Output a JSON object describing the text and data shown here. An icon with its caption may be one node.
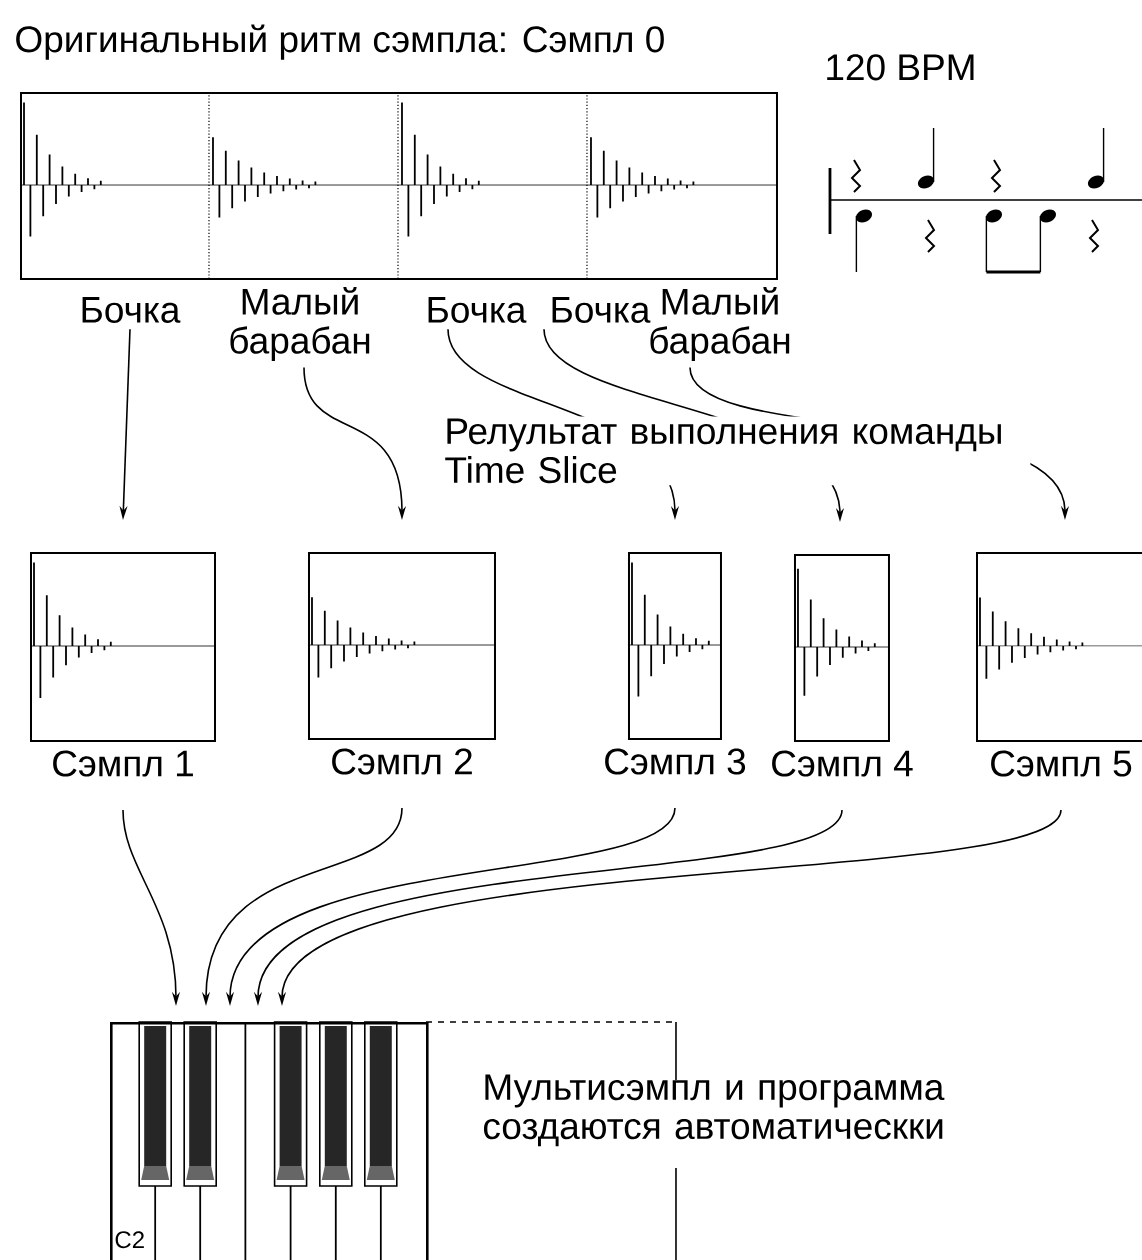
{
  "diagram": {
    "title": "Оригинальный ритм сэмпла: Сэмпл 0",
    "nodes": [
      {
        "text": [],
        "shape": "box"
      },
      {
        "text": [
          "Бочка"
        ]
      },
      {
        "text": [
          "Малый барабан"
        ]
      },
      {
        "text": [
          "Бочка"
        ]
      },
      {
        "text": [
          "Бочка"
        ]
      },
      {
        "text": [
          "Малый барабан"
        ]
      },
      {
        "text": [
          "Сэмпл 1"
        ]
      },
      {
        "text": [
          "Сэмпл 2"
        ]
      },
      {
        "text": [
          "Сэмпл 3"
        ]
      },
      {
        "text": [
          "Сэмпл 4"
        ]
      },
      {
        "text": [
          "Сэмпл 5"
        ]
      },
      {
        "text": [],
        "shape": "picture"
      }
    ],
    "edges": [
      {
        "from": 1,
        "to": 6,
        "arrow": "to"
      },
      {
        "from": 2,
        "to": 7,
        "arrow": "to"
      },
      {
        "from": 3,
        "to": 8,
        "arrow": "to"
      },
      {
        "from": 4,
        "to": 9,
        "arrow": "to"
      },
      {
        "from": 5,
        "to": 10,
        "arrow": "to"
      },
      {
        "from": 6,
        "to": 11,
        "arrow": "to"
      },
      {
        "from": 7,
        "to": 11,
        "arrow": "to"
      },
      {
        "from": 8,
        "to": 11,
        "arrow": "to"
      },
      {
        "from": 9,
        "to": 11,
        "arrow": "to"
      },
      {
        "from": 10,
        "to": 11,
        "arrow": "to"
      }
    ],
    "labels": [
      "120 BPM",
      "Релультат выполнения команды Time Slice",
      "Мультисэмпл и программа создаются автоматическки",
      "C2"
    ]
  }
}
